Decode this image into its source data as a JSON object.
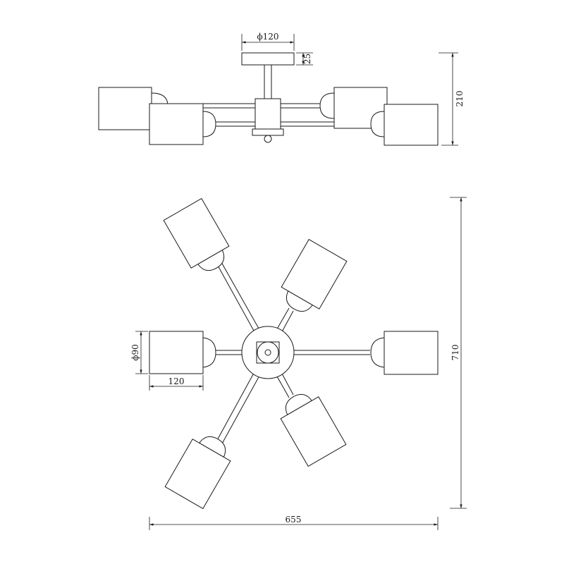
{
  "drawing": {
    "line_color": "#1a1a1a",
    "background": "#ffffff"
  },
  "dimensions": {
    "canopy_diameter": "ϕ120",
    "canopy_height": "25",
    "overall_height": "210",
    "shade_diameter": "ϕ90",
    "shade_length": "120",
    "plan_depth": "710",
    "overall_width": "655"
  },
  "fixture": {
    "arm_count": 6,
    "arm_angles_deg": [
      0,
      60,
      120,
      180,
      240,
      300
    ]
  }
}
